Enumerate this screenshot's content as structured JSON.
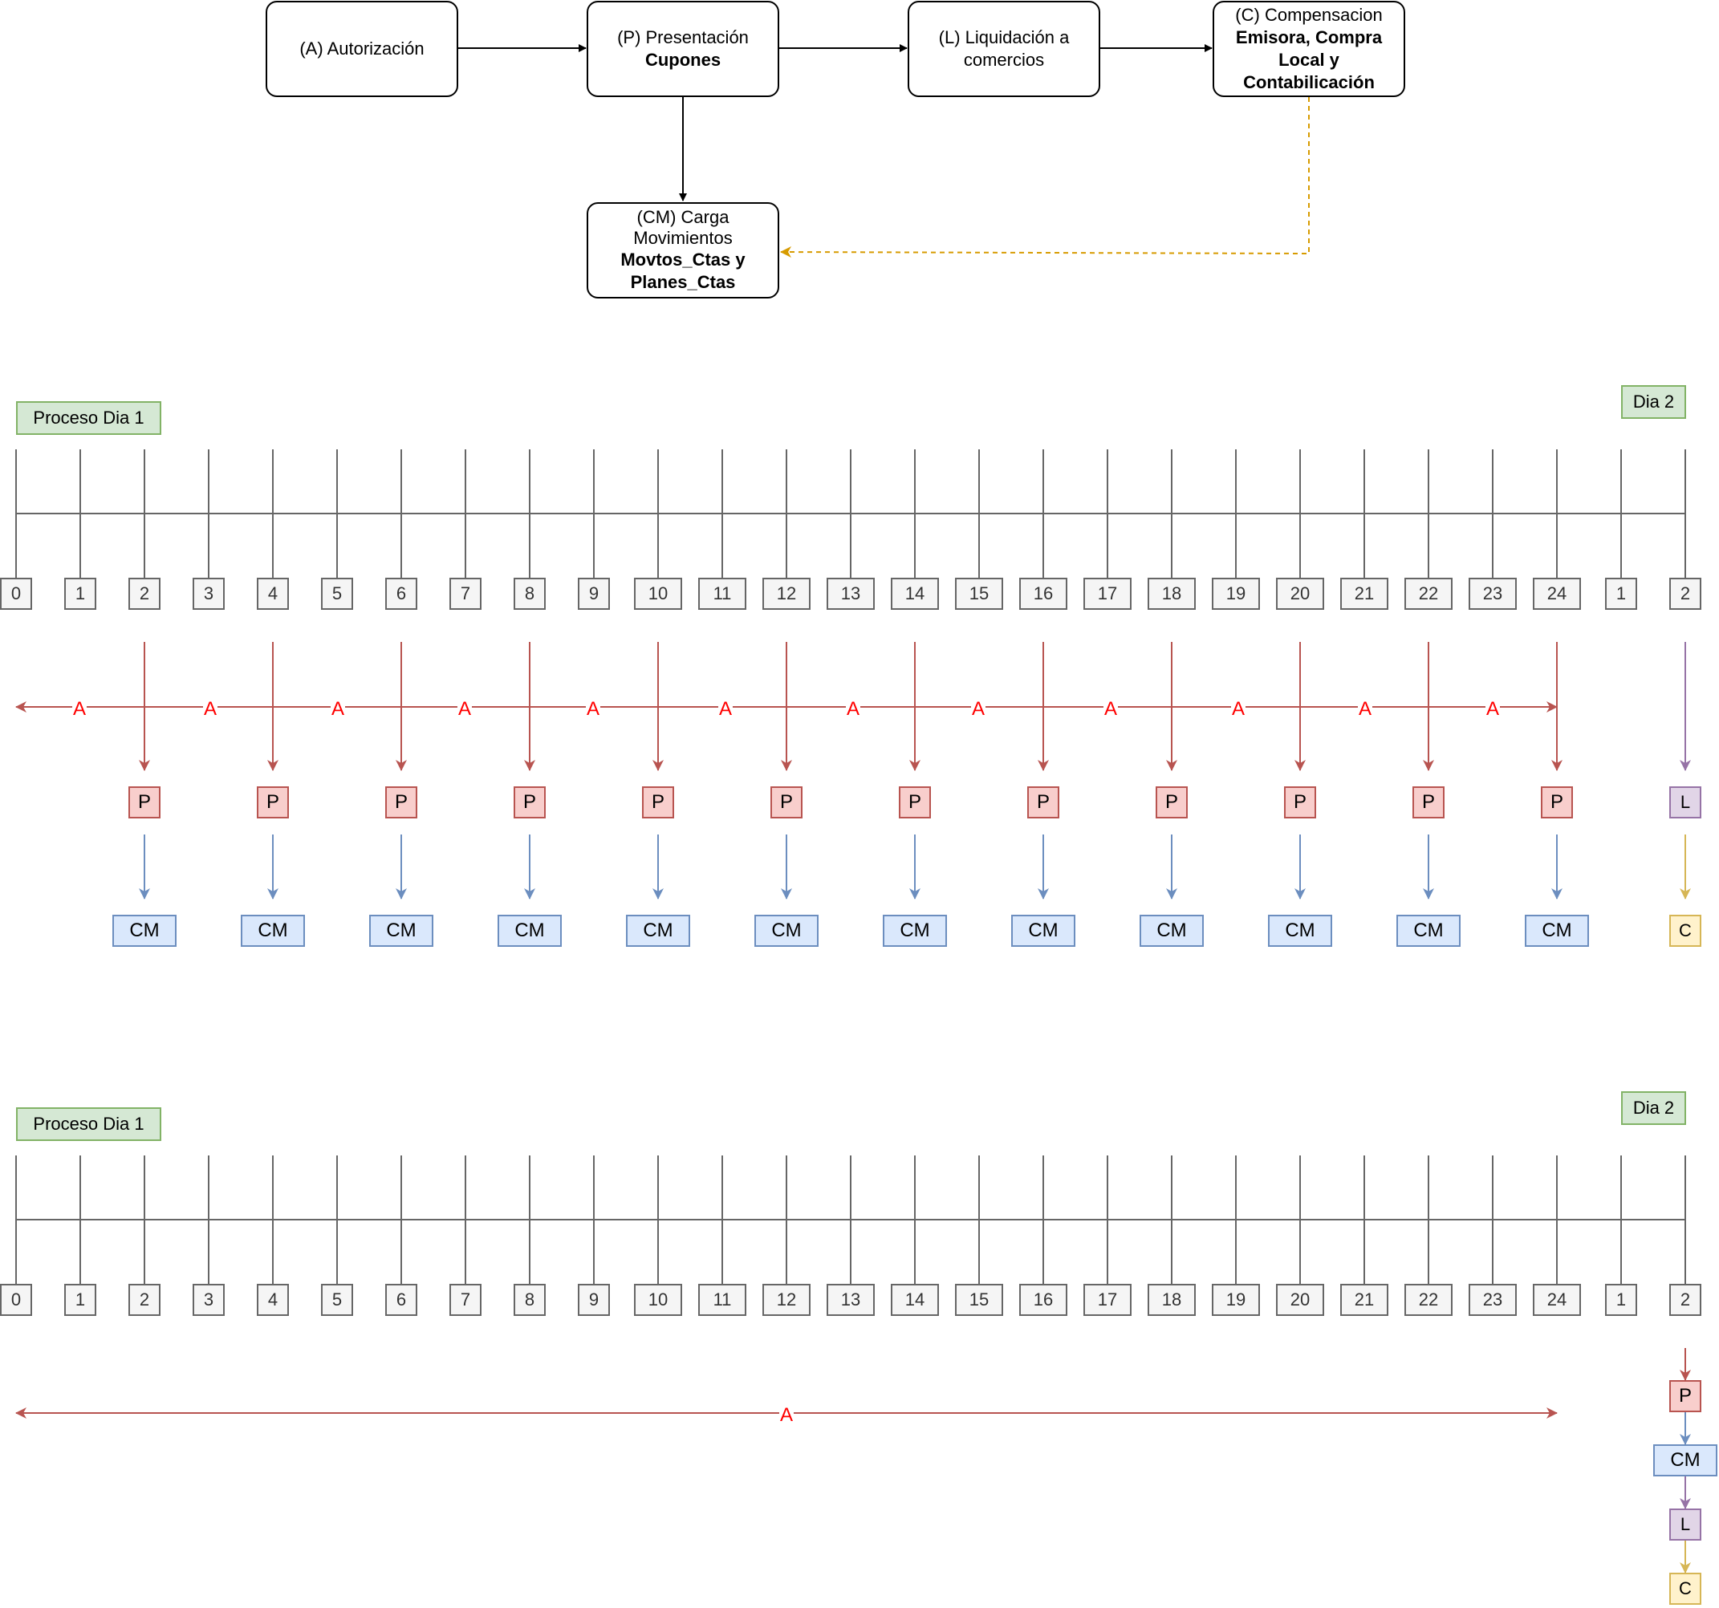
{
  "flow": {
    "autorizacion": {
      "line1": "(A) Autorización"
    },
    "presentacion": {
      "line1": "(P) Presentación",
      "bold": "Cupones"
    },
    "liquidacion": {
      "line1": "(L) Liquidación a comercios"
    },
    "compensacion": {
      "line1": "(C) Compensacion",
      "bold": "Emisora, Compra Local y Contabilicación"
    },
    "carga": {
      "line1": "(CM) Carga Movimientos",
      "bold": "Movtos_Ctas y Planes_Ctas"
    }
  },
  "colors": {
    "authorization": "#b85450",
    "authorization_text": "#ff0000",
    "load": "#6c8ebf",
    "liquidation": "#9673a6",
    "compensation": "#d6b656",
    "compensation_link": "#d79b00",
    "timeline": "#666666"
  },
  "timeline1": {
    "day1_label": "Proceso Dia 1",
    "day2_label": "Dia 2",
    "ticks": [
      "0",
      "1",
      "2",
      "3",
      "4",
      "5",
      "6",
      "7",
      "8",
      "9",
      "10",
      "11",
      "12",
      "13",
      "14",
      "15",
      "16",
      "17",
      "18",
      "19",
      "20",
      "21",
      "22",
      "23",
      "24",
      "1",
      "2"
    ],
    "a_labels": [
      "A",
      "A",
      "A",
      "A",
      "A",
      "A",
      "A",
      "A",
      "A",
      "A",
      "A",
      "A"
    ],
    "p_label": "P",
    "cm_label": "CM",
    "l_label": "L",
    "c_label": "C"
  },
  "timeline2": {
    "day1_label": "Proceso Dia 1",
    "day2_label": "Dia 2",
    "ticks": [
      "0",
      "1",
      "2",
      "3",
      "4",
      "5",
      "6",
      "7",
      "8",
      "9",
      "10",
      "11",
      "12",
      "13",
      "14",
      "15",
      "16",
      "17",
      "18",
      "19",
      "20",
      "21",
      "22",
      "23",
      "24",
      "1",
      "2"
    ],
    "a_label": "A",
    "p_label": "P",
    "cm_label": "CM",
    "l_label": "L",
    "c_label": "C"
  }
}
